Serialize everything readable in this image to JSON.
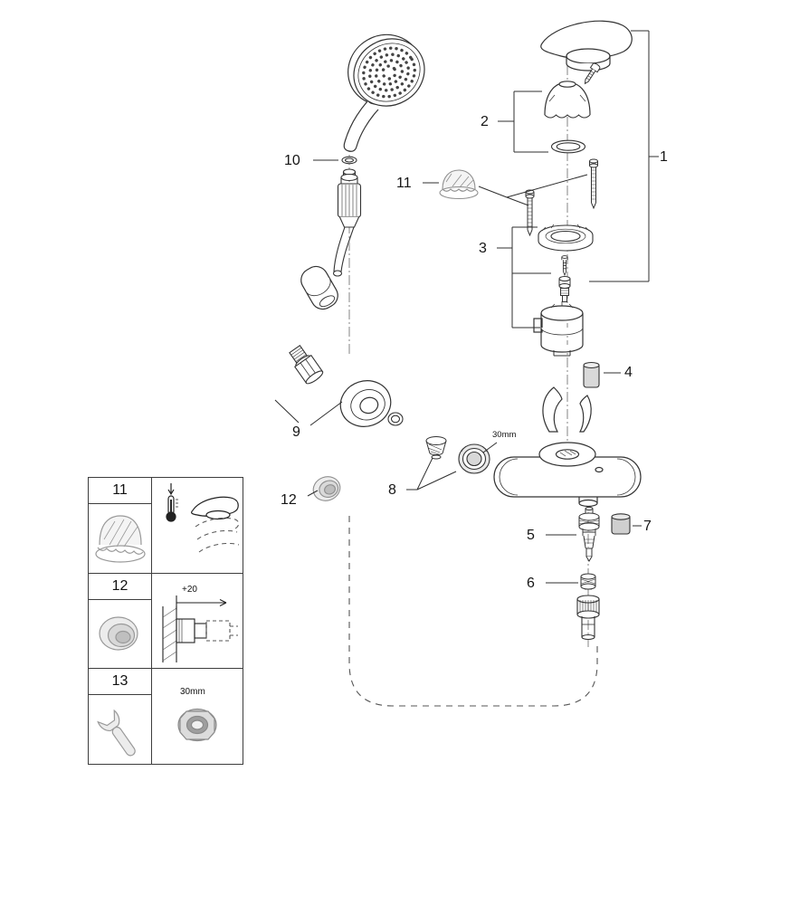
{
  "diagram": {
    "part_labels": {
      "1": "1",
      "2": "2",
      "3": "3",
      "4": "4",
      "5": "5",
      "6": "6",
      "7": "7",
      "8": "8",
      "9": "9",
      "10": "10",
      "11": "11",
      "12": "12"
    },
    "annotations": {
      "nut_size": "30mm"
    }
  },
  "legend": {
    "rows": [
      {
        "number": "11",
        "icon": "grease-cap-icon"
      },
      {
        "number": "12",
        "icon": "olive-nut-icon",
        "dimension": "+20"
      },
      {
        "number": "13",
        "icon": "wrench-icon",
        "tool_size": "30mm"
      }
    ]
  }
}
